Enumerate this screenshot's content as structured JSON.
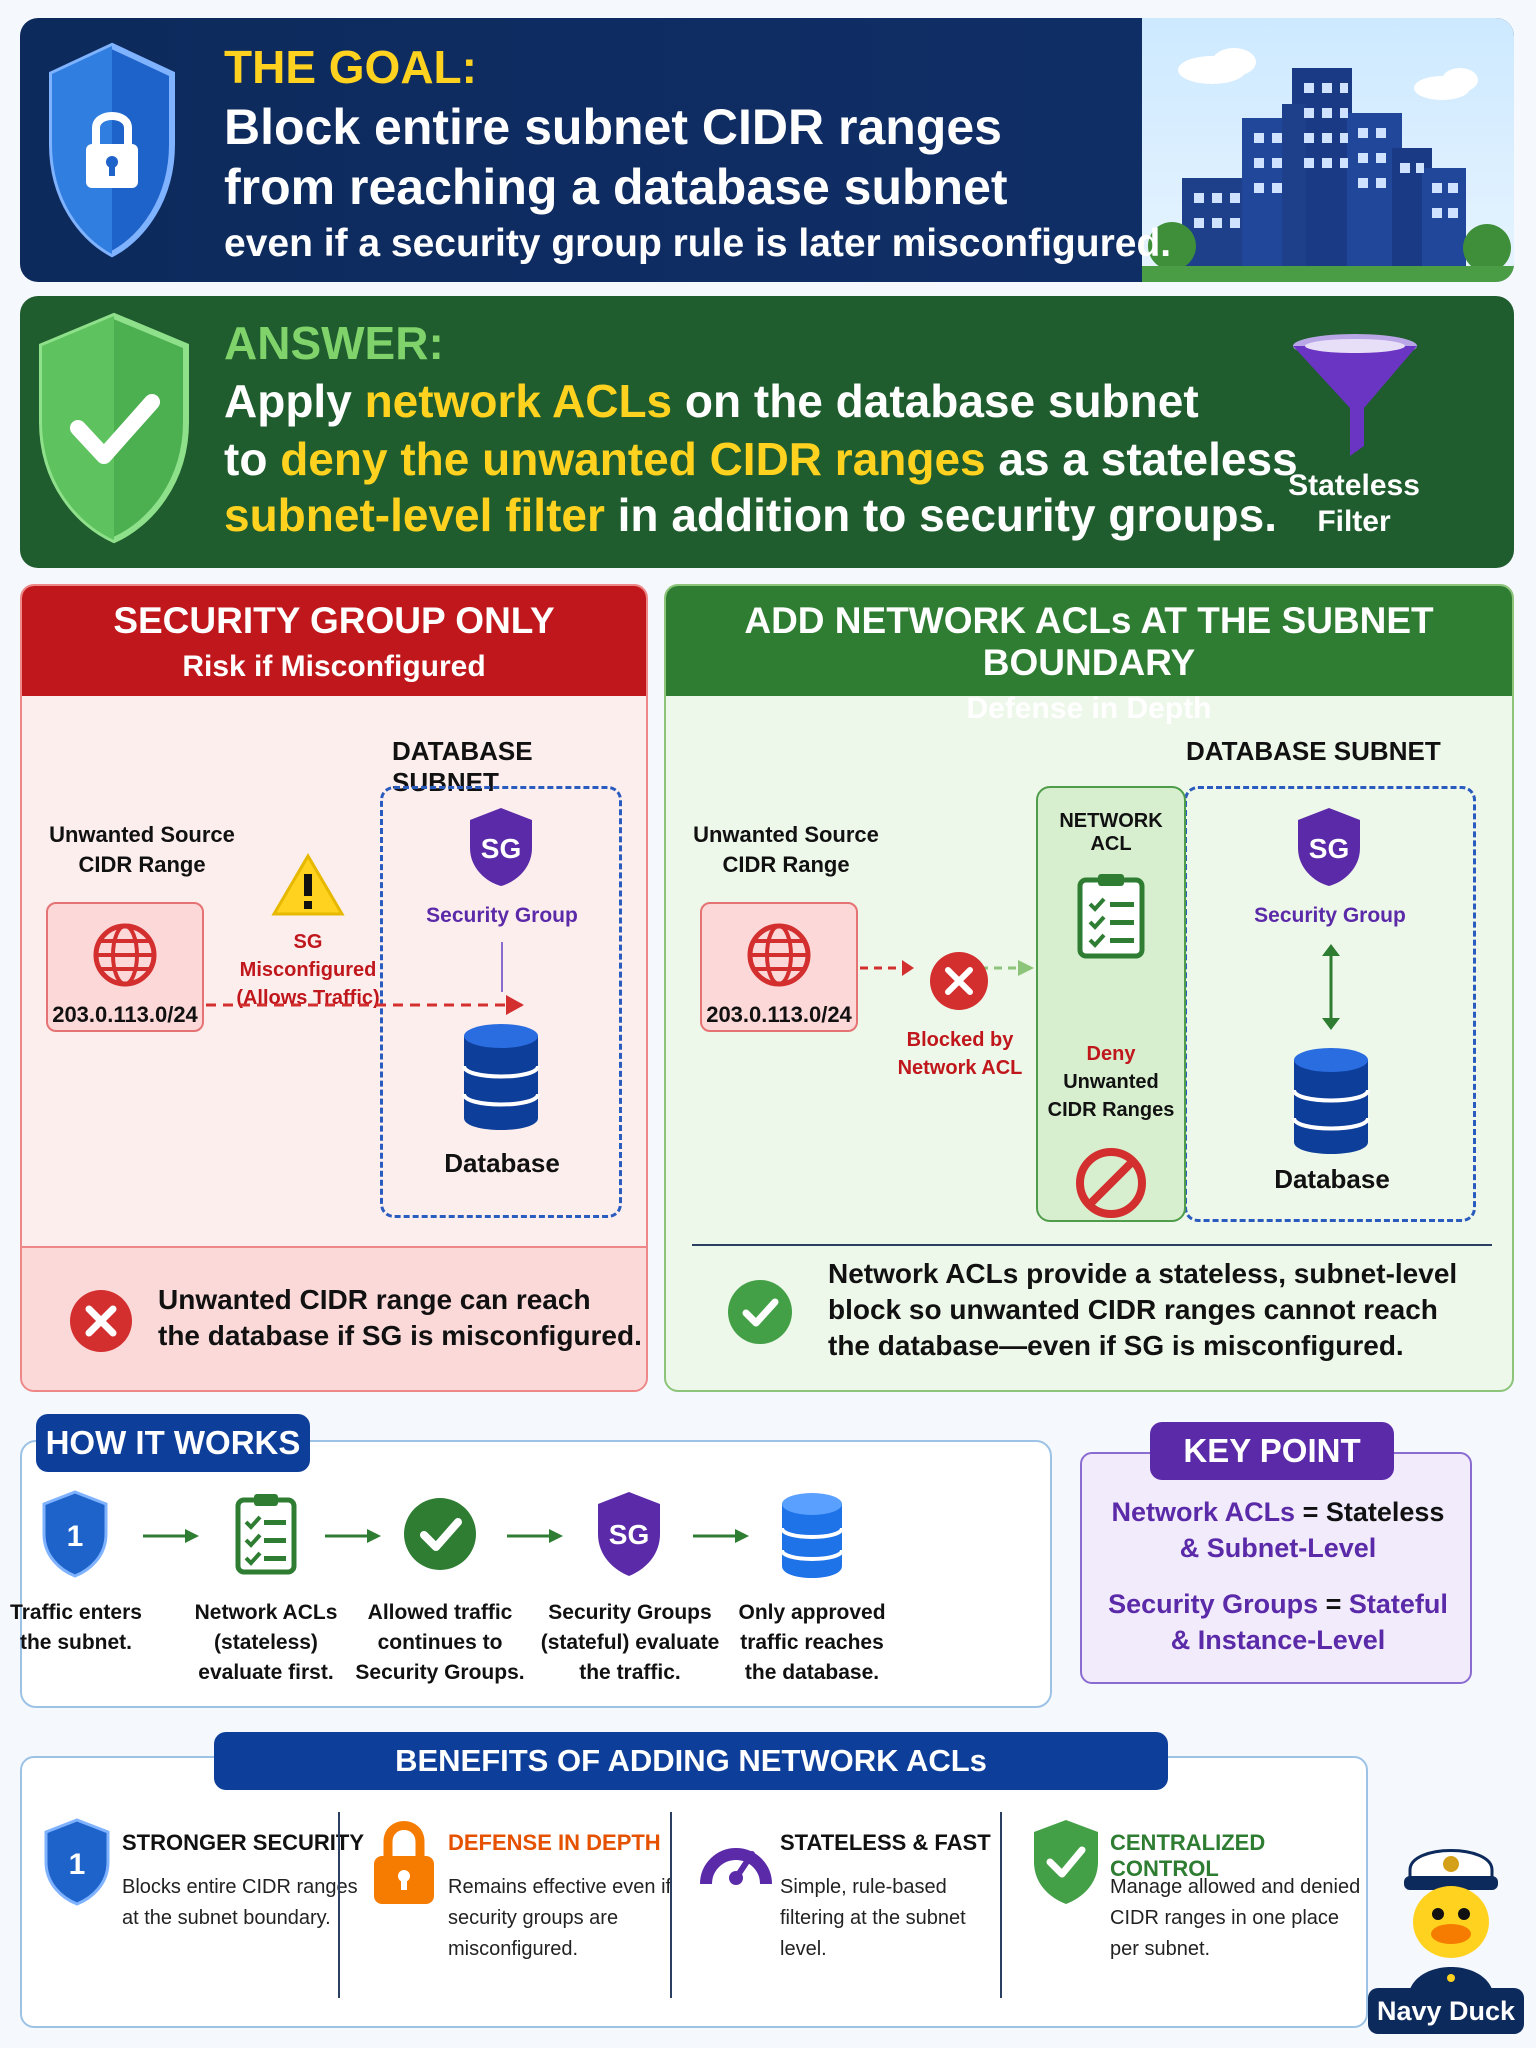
{
  "goal": {
    "eyebrow": "THE GOAL:",
    "line1": "Block entire subnet CIDR ranges",
    "line2": "from reaching a database subnet",
    "line3": "even if a security group rule is later misconfigured."
  },
  "answer": {
    "eyebrow": "ANSWER:",
    "l1_a": "Apply ",
    "l1_hl": "network ACLs",
    "l1_b": " on the database subnet",
    "l2_a": "to ",
    "l2_hl": "deny the unwanted CIDR ranges",
    "l2_b": " as a stateless",
    "l3_hl": "subnet-level filter",
    "l3_b": " in addition to security groups.",
    "funnel_label_1": "Stateless",
    "funnel_label_2": "Filter"
  },
  "left_panel": {
    "title": "SECURITY GROUP ONLY",
    "subtitle": "Risk if Misconfigured",
    "subnet_label": "DATABASE SUBNET",
    "source_label_1": "Unwanted Source",
    "source_label_2": "CIDR Range",
    "cidr": "203.0.113.0/24",
    "warning_1": "SG Misconfigured",
    "warning_2": "(Allows Traffic)",
    "sg_badge": "SG",
    "sg_label": "Security Group",
    "db_label": "Database",
    "bottom_1": "Unwanted CIDR range can reach",
    "bottom_2": "the database if SG is misconfigured."
  },
  "right_panel": {
    "title": "ADD NETWORK ACLs AT THE SUBNET BOUNDARY",
    "subtitle": "Defense in Depth",
    "subnet_label": "DATABASE SUBNET",
    "source_label_1": "Unwanted Source",
    "source_label_2": "CIDR Range",
    "cidr": "203.0.113.0/24",
    "blocked_1": "Blocked by",
    "blocked_2": "Network ACL",
    "nacl_label": "NETWORK ACL",
    "deny_1": "Deny",
    "deny_2": "Unwanted",
    "deny_3": "CIDR Ranges",
    "sg_badge": "SG",
    "sg_label": "Security Group",
    "db_label": "Database",
    "bottom_1": "Network ACLs provide a stateless, subnet-level",
    "bottom_2": "block so unwanted CIDR ranges cannot reach",
    "bottom_3": "the database—even if SG is misconfigured."
  },
  "how": {
    "title": "HOW IT WORKS",
    "steps": [
      {
        "icon": "shield-one-icon",
        "badge": "1",
        "l1": "Traffic enters",
        "l2": "the subnet.",
        "l3": ""
      },
      {
        "icon": "checklist-icon",
        "badge": "",
        "l1": "Network ACLs",
        "l2": "(stateless)",
        "l3": "evaluate first."
      },
      {
        "icon": "check-circle-icon",
        "badge": "",
        "l1": "Allowed traffic",
        "l2": "continues to",
        "l3": "Security Groups."
      },
      {
        "icon": "sg-shield-icon",
        "badge": "SG",
        "l1": "Security Groups",
        "l2": "(stateful) evaluate",
        "l3": "the traffic."
      },
      {
        "icon": "database-icon",
        "badge": "",
        "l1": "Only approved",
        "l2": "traffic reaches",
        "l3": "the database."
      }
    ]
  },
  "key_point": {
    "title": "KEY POINT",
    "l1_a": "Network ACLs",
    "l1_eq": " = ",
    "l1_b": "Stateless",
    "l2": "& Subnet-Level",
    "l3_a": "Security Groups",
    "l3_eq": " = ",
    "l3_b": "Stateful",
    "l4": "& Instance-Level"
  },
  "benefits": {
    "title": "BENEFITS OF ADDING NETWORK ACLs",
    "items": [
      {
        "icon": "shield-one-icon",
        "badge": "1",
        "title": "STRONGER SECURITY",
        "color": "#111111",
        "d1": "Blocks entire CIDR ranges",
        "d2": "at the subnet boundary.",
        "d3": ""
      },
      {
        "icon": "lock-icon",
        "badge": "",
        "title": "DEFENSE IN DEPTH",
        "color": "#e65100",
        "d1": "Remains effective even if",
        "d2": "security groups are",
        "d3": "misconfigured."
      },
      {
        "icon": "speedometer-icon",
        "badge": "",
        "title": "STATELESS & FAST",
        "color": "#111111",
        "d1": "Simple, rule-based",
        "d2": "filtering at the subnet",
        "d3": "level."
      },
      {
        "icon": "check-shield-icon",
        "badge": "",
        "title": "CENTRALIZED CONTROL",
        "color": "#2e7d32",
        "d1": "Manage allowed and denied",
        "d2": "CIDR ranges in one place",
        "d3": "per subnet."
      }
    ]
  },
  "mascot": {
    "label": "Navy Duck"
  },
  "colors": {
    "navy": "#0d2a5c",
    "green": "#1f5c2e",
    "red": "#c0171c",
    "purple": "#5b2aa8",
    "yellow": "#ffd21f"
  }
}
